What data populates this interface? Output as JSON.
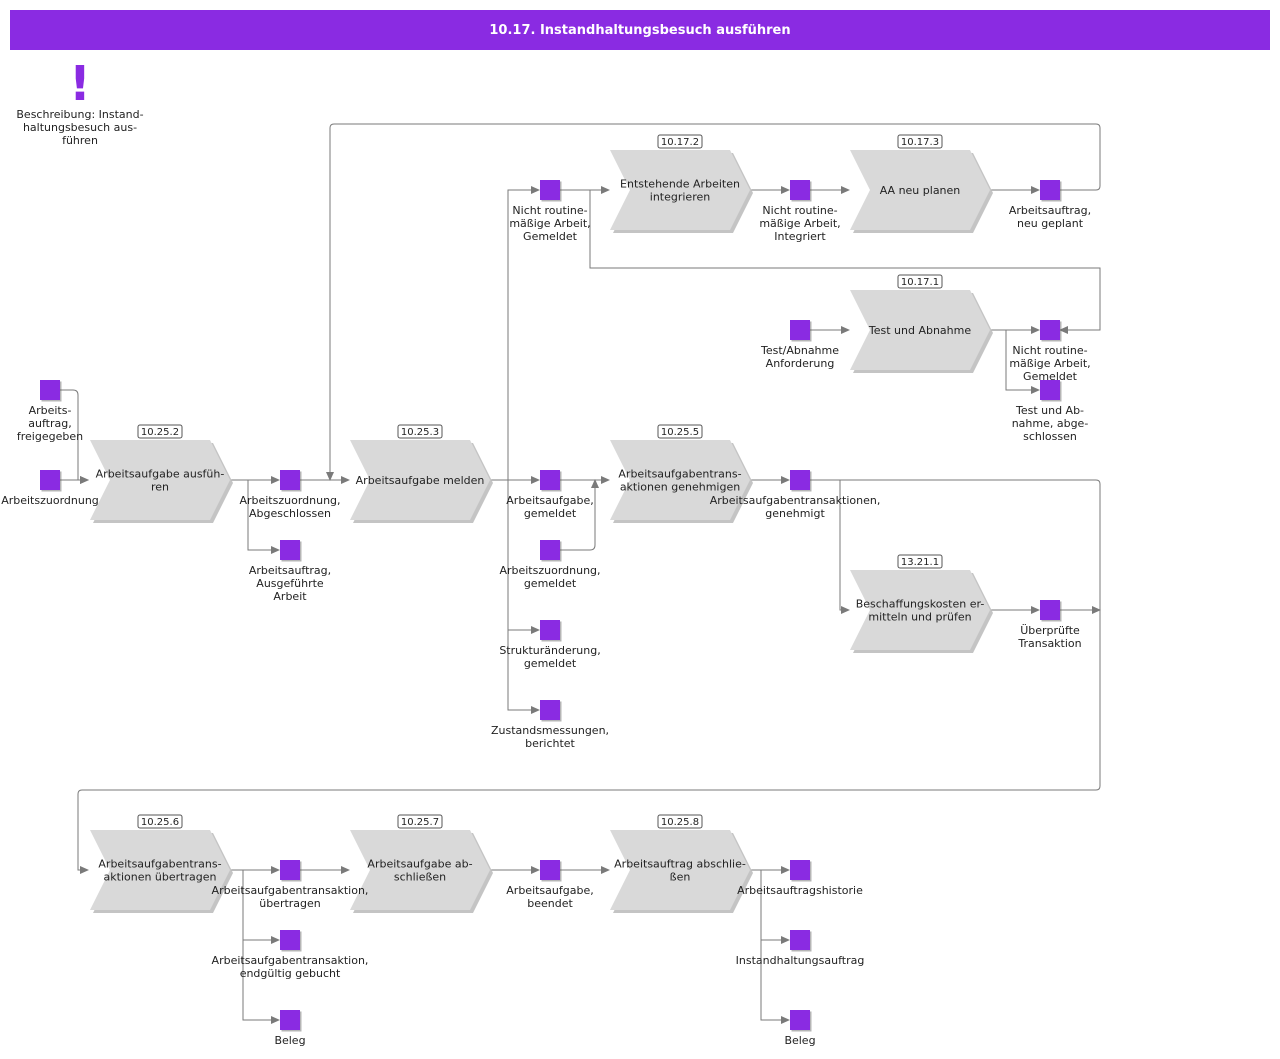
{
  "title": "10.17. Instandhaltungsbesuch ausführen",
  "colors": {
    "header": "#8a2be2",
    "event": "#8a2be2",
    "function": "#d9d9d9",
    "shadow": "#c4c4c4",
    "line": "#7a7a7a"
  },
  "note": {
    "icon": "exclamation-icon",
    "lines": [
      "Beschreibung: Instand-",
      "haltungsbesuch aus-",
      "führen"
    ]
  },
  "functions": [
    {
      "id": "f1",
      "badge": "10.25.2",
      "lines": [
        "Arbeitsaufgabe ausfüh-",
        "ren"
      ]
    },
    {
      "id": "f2",
      "badge": "10.25.3",
      "lines": [
        "Arbeitsaufgabe melden"
      ]
    },
    {
      "id": "f3",
      "badge": "10.17.2",
      "lines": [
        "Entstehende Arbeiten",
        "integrieren"
      ]
    },
    {
      "id": "f4",
      "badge": "10.17.3",
      "lines": [
        "AA neu planen"
      ]
    },
    {
      "id": "f5",
      "badge": "10.17.1",
      "lines": [
        "Test und Abnahme"
      ]
    },
    {
      "id": "f6",
      "badge": "10.25.5",
      "lines": [
        "Arbeitsaufgabentrans-",
        "aktionen genehmigen"
      ]
    },
    {
      "id": "f7",
      "badge": "13.21.1",
      "lines": [
        "Beschaffungskosten er-",
        "mitteln und prüfen"
      ]
    },
    {
      "id": "f8",
      "badge": "10.25.6",
      "lines": [
        "Arbeitsaufgabentrans-",
        "aktionen übertragen"
      ]
    },
    {
      "id": "f9",
      "badge": "10.25.7",
      "lines": [
        "Arbeitsaufgabe ab-",
        "schließen"
      ]
    },
    {
      "id": "f10",
      "badge": "10.25.8",
      "lines": [
        "Arbeitsauftrag abschlie-",
        "ßen"
      ]
    }
  ],
  "events": [
    {
      "id": "e1",
      "lines": [
        "Arbeits-",
        "auftrag,",
        "freigegeben"
      ]
    },
    {
      "id": "e2",
      "lines": [
        "Arbeitszuordnung"
      ]
    },
    {
      "id": "e3",
      "lines": [
        "Arbeitszuordnung,",
        "Abgeschlossen"
      ]
    },
    {
      "id": "e4",
      "lines": [
        "Arbeitsauftrag,",
        "Ausgeführte",
        "Arbeit"
      ]
    },
    {
      "id": "e5",
      "lines": [
        "Nicht routine-",
        "mäßige Arbeit,",
        "Gemeldet"
      ]
    },
    {
      "id": "e6",
      "lines": [
        "Nicht routine-",
        "mäßige Arbeit,",
        "Integriert"
      ]
    },
    {
      "id": "e7",
      "lines": [
        "Arbeitsauftrag,",
        "neu geplant"
      ]
    },
    {
      "id": "e8",
      "lines": [
        "Test/Abnahme",
        "Anforderung"
      ]
    },
    {
      "id": "e9",
      "lines": [
        "Nicht routine-",
        "mäßige Arbeit,",
        "Gemeldet"
      ]
    },
    {
      "id": "e10",
      "lines": [
        "Test und Ab-",
        "nahme, abge-",
        "schlossen"
      ]
    },
    {
      "id": "e11",
      "lines": [
        "Arbeitsaufgabe,",
        "gemeldet"
      ]
    },
    {
      "id": "e12",
      "lines": [
        "Arbeitszuordnung,",
        "gemeldet"
      ]
    },
    {
      "id": "e13",
      "lines": [
        "Strukturänderung,",
        "gemeldet"
      ]
    },
    {
      "id": "e14",
      "lines": [
        "Zustandsmessungen,",
        "berichtet"
      ]
    },
    {
      "id": "e15",
      "lines": [
        "Arbeitsaufgabentransaktionen,",
        "genehmigt"
      ]
    },
    {
      "id": "e16",
      "lines": [
        "Überprüfte",
        "Transaktion"
      ]
    },
    {
      "id": "e17",
      "lines": [
        "Arbeitsaufgabentransaktion,",
        "übertragen"
      ]
    },
    {
      "id": "e18",
      "lines": [
        "Arbeitsaufgabentransaktion,",
        "endgültig gebucht"
      ]
    },
    {
      "id": "e19",
      "lines": [
        "Beleg"
      ]
    },
    {
      "id": "e20",
      "lines": [
        "Arbeitsaufgabe,",
        "beendet"
      ]
    },
    {
      "id": "e21",
      "lines": [
        "Arbeitsauftragshistorie"
      ]
    },
    {
      "id": "e22",
      "lines": [
        "Instandhaltungsauftrag"
      ]
    },
    {
      "id": "e23",
      "lines": [
        "Beleg"
      ]
    }
  ]
}
